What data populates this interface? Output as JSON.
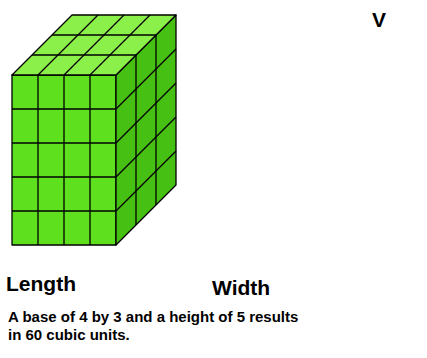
{
  "diagram": {
    "caption": "A base of 4 by 3 and a height of 5 results in 60 cubic units.",
    "labels": [
      "V",
      "Length",
      "Width"
    ]
  }
}
